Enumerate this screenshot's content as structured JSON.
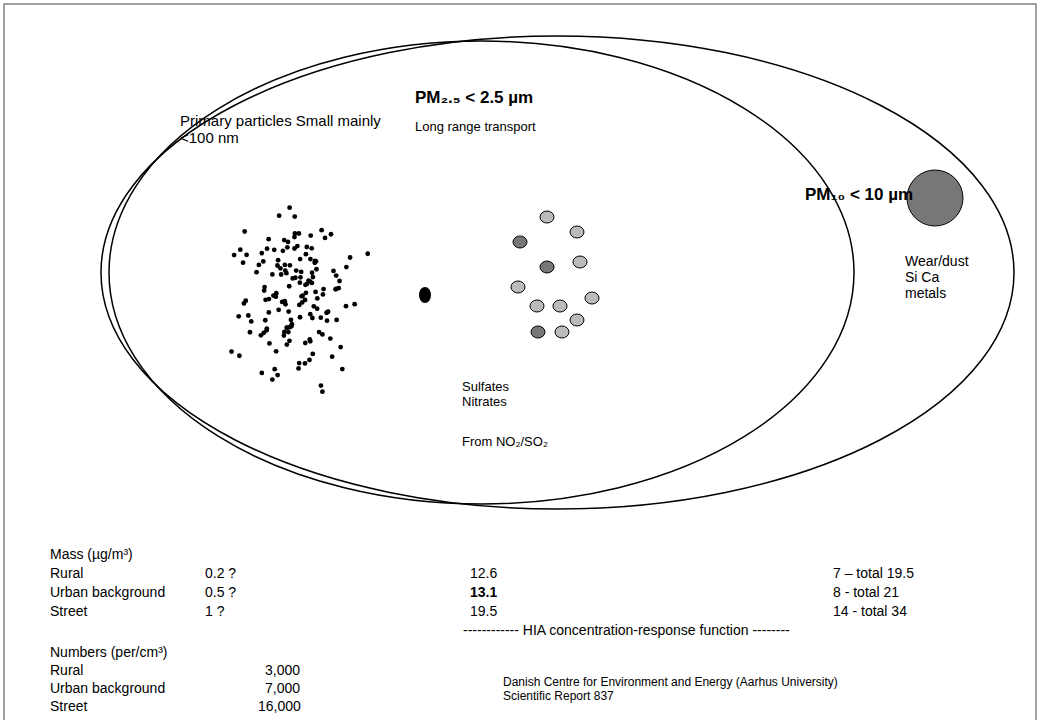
{
  "diagram": {
    "nodes": [
      {
        "text": [
          "PM₁₀ < 10 µm",
          "Wear/dust Si Ca metals"
        ]
      },
      {
        "text": [
          "PM₂.₅ < 2.5 µm",
          "Primary particles Small mainly <100 nm",
          "Long range transport",
          "Sulfates Nitrates",
          "From NO₂/SO₂"
        ],
        "in": 0
      }
    ],
    "labels": [
      "Mass (µg/m³)",
      "Rural",
      "0.2 ?",
      "12.6",
      "7 – total 19.5",
      "Urban background",
      "0.5 ?",
      "13.1",
      "8 - total 21",
      "Street",
      "1 ?",
      "19.5",
      "14 - total 34",
      "------------ HIA concentration-response function --------",
      "Numbers (per/cm³)",
      "Rural",
      "3,000",
      "Urban background",
      "7,000",
      "Street",
      "16,000",
      "Danish Centre for Environment and Energy (Aarhus University) Scientific Report 837"
    ]
  }
}
